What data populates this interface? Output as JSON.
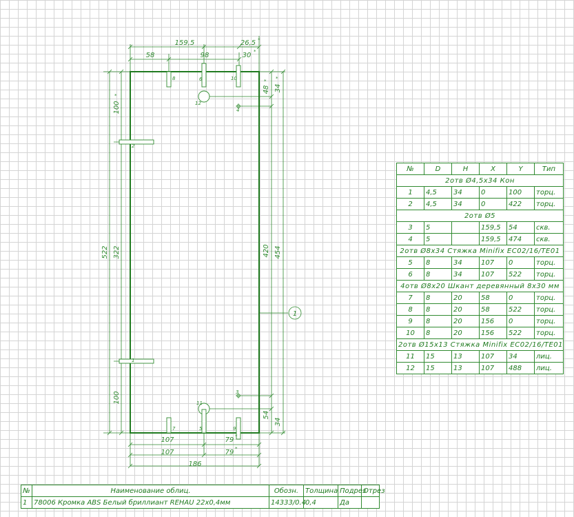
{
  "drawing": {
    "colors": {
      "line": "#2f8a2f",
      "part": "#1f7a1f",
      "grid": "#d4d4d4"
    },
    "dims": {
      "top_total": "159,5",
      "top_right": "26,5",
      "top_left": "58",
      "top_mid": "98",
      "top_right2": "30",
      "right_a": "48",
      "right_b": "34",
      "left_top": "100",
      "left_total": "522",
      "left_mid": "322",
      "left_bottom": "100",
      "inner_420": "420",
      "right_454": "454",
      "bottom_right_54": "54",
      "bottom_right_34": "34",
      "bottom_107a": "107",
      "bottom_79a": "79",
      "bottom_107b": "107",
      "bottom_79b": "79",
      "bottom_186": "186"
    },
    "hole_labels": [
      "1",
      "2",
      "3",
      "4",
      "5",
      "6",
      "7",
      "8",
      "9",
      "10",
      "11",
      "12"
    ],
    "edge_marker": "1"
  },
  "hole_table": {
    "headers": [
      "№",
      "D",
      "H",
      "X",
      "Y",
      "Тип"
    ],
    "groups": [
      {
        "title": "2отв  Ø4,5x34  Кон",
        "rows": [
          [
            "1",
            "4,5",
            "34",
            "0",
            "100",
            "торц."
          ],
          [
            "2",
            "4,5",
            "34",
            "0",
            "422",
            "торц."
          ]
        ]
      },
      {
        "title": "2отв  Ø5",
        "rows": [
          [
            "3",
            "5",
            "",
            "159,5",
            "54",
            "скв."
          ],
          [
            "4",
            "5",
            "",
            "159,5",
            "474",
            "скв."
          ]
        ]
      },
      {
        "title": "2отв  Ø8x34  Стяжка  Minifix  EC02/16/TE01",
        "rows": [
          [
            "5",
            "8",
            "34",
            "107",
            "0",
            "торц."
          ],
          [
            "6",
            "8",
            "34",
            "107",
            "522",
            "торц."
          ]
        ]
      },
      {
        "title": "4отв  Ø8x20  Шкант  деревянный  8x30  мм",
        "rows": [
          [
            "7",
            "8",
            "20",
            "58",
            "0",
            "торц."
          ],
          [
            "8",
            "8",
            "20",
            "58",
            "522",
            "торц."
          ],
          [
            "9",
            "8",
            "20",
            "156",
            "0",
            "торц."
          ],
          [
            "10",
            "8",
            "20",
            "156",
            "522",
            "торц."
          ]
        ]
      },
      {
        "title": "2отв  Ø15x13  Стяжка  Minifix  EC02/16/TE01",
        "rows": [
          [
            "11",
            "15",
            "13",
            "107",
            "34",
            "лиц."
          ],
          [
            "12",
            "15",
            "13",
            "107",
            "488",
            "лиц."
          ]
        ]
      }
    ]
  },
  "edge_table": {
    "headers": [
      "№",
      "Наименование облиц.",
      "Обозн.",
      "Толщина",
      "Подрез",
      "Отрез"
    ],
    "rows": [
      [
        "1",
        "78006  Кромка  ABS  Белый  бриллиант  REHAU  22x0,4мм",
        "14333/0.4",
        "0,4",
        "Да",
        ""
      ]
    ]
  }
}
